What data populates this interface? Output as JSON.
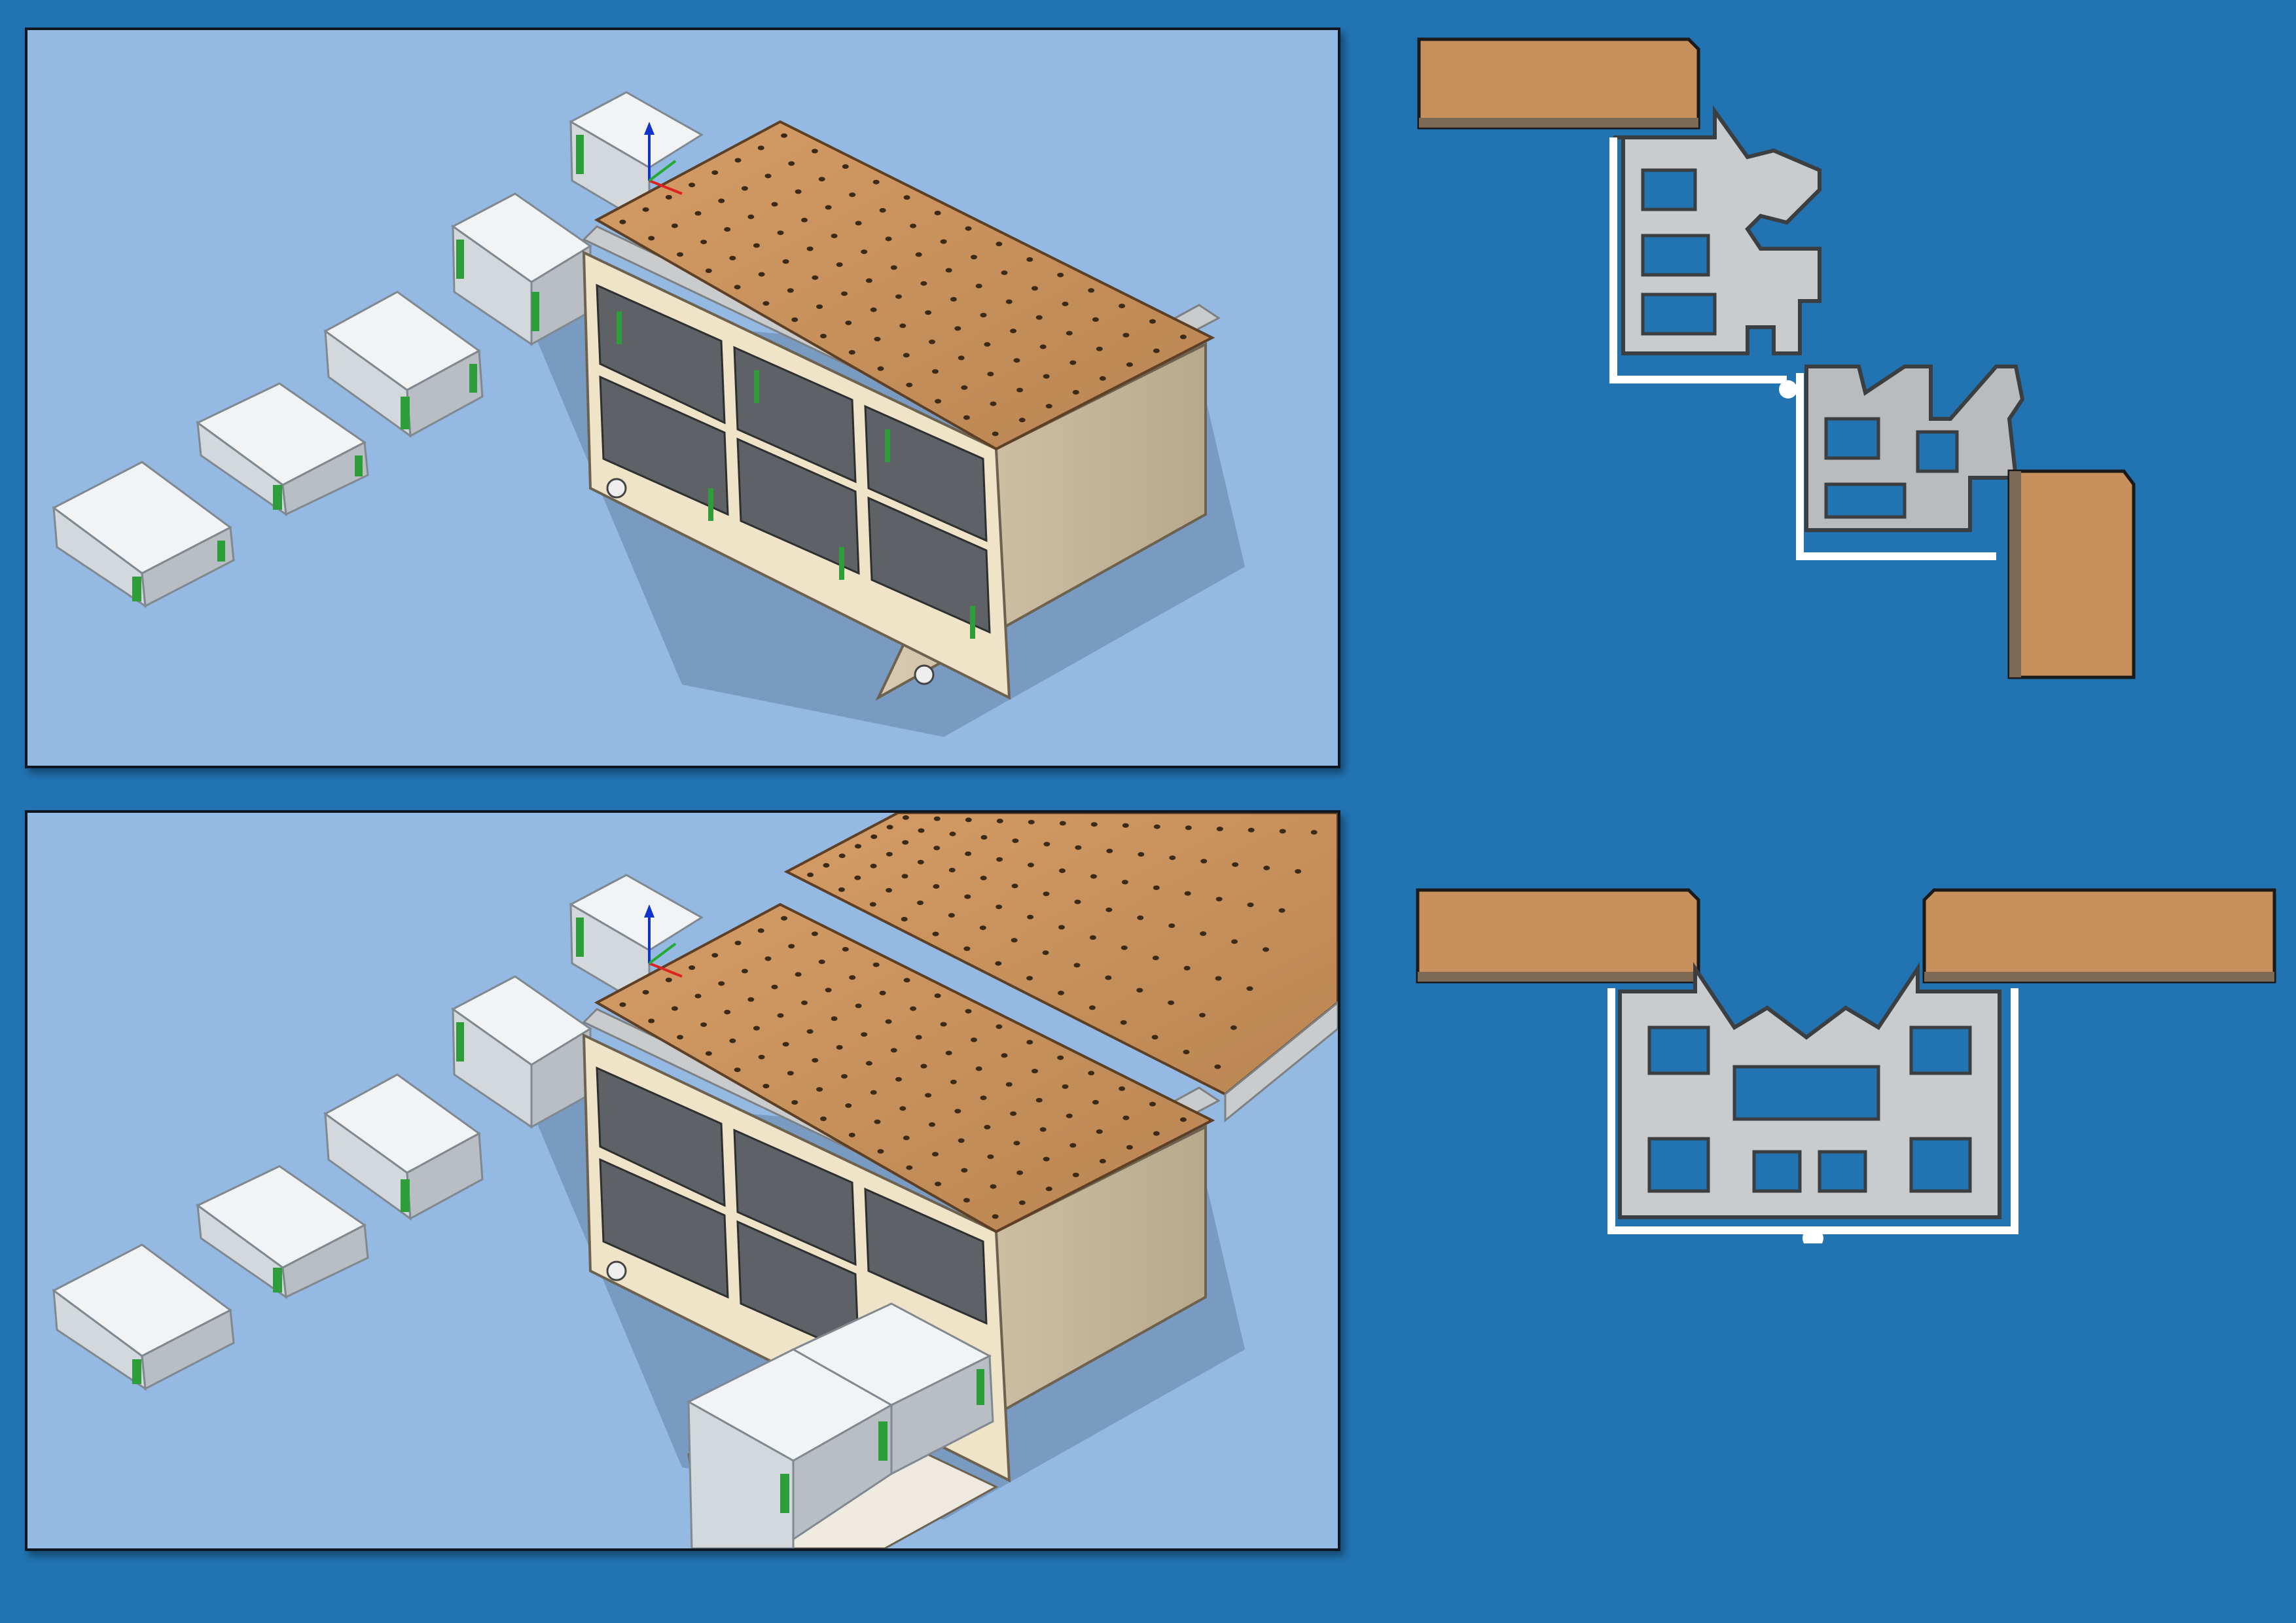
{
  "scene_1": {
    "label": "",
    "top_panels": 1,
    "pulled_out_containers": 0
  },
  "scene_2": {
    "label": "",
    "top_panels": 2,
    "pulled_out_containers": 2
  },
  "loose_containers_count": 5,
  "top_holes_rows": 8,
  "top_holes_cols": 14,
  "profile_corner": {
    "label": ""
  },
  "profile_joint": {
    "label": ""
  },
  "colors": {
    "background": "#2173b2",
    "viewport_sky": "#94b9e3",
    "wood_top": "#c8905c",
    "aluminium": "#c9cbcc",
    "container_body": "#e6e9ea",
    "container_accent": "#2e9e3a",
    "cabinet_side": "#c9b99b",
    "axis_x": "#dd2222",
    "axis_y": "#22aa33",
    "axis_z": "#1133cc"
  },
  "icons": [
    "axis-gizmo-icon",
    "caster-wheel-icon"
  ]
}
